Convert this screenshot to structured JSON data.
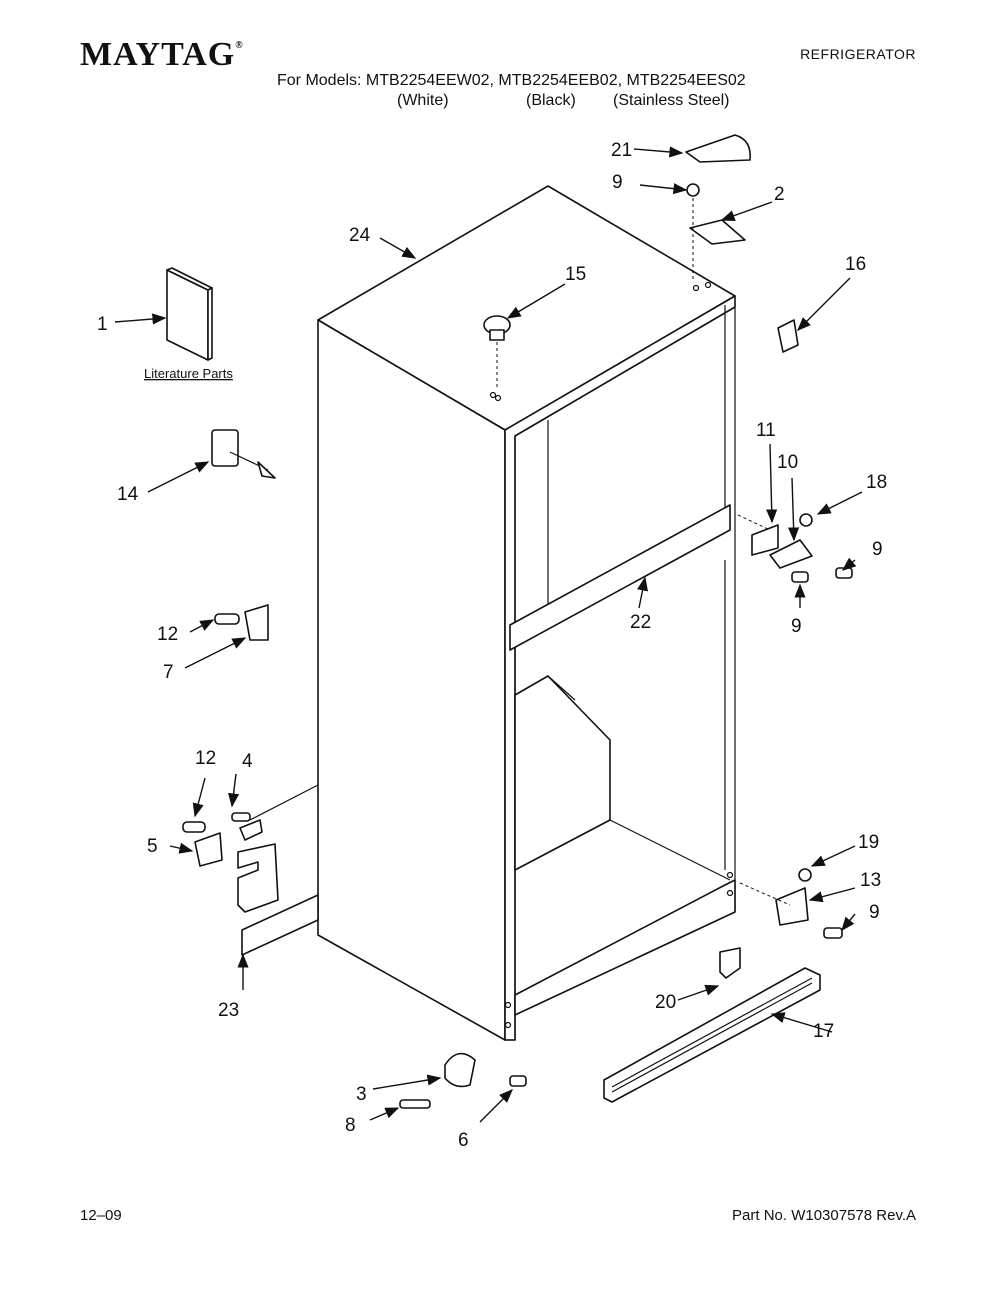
{
  "header": {
    "brand": "MAYTAG",
    "doc_type": "REFRIGERATOR",
    "models_line": "For Models: MTB2254EEW02, MTB2254EEB02, MTB2254EES02",
    "variants": [
      "(White)",
      "(Black)",
      "(Stainless Steel)"
    ]
  },
  "literature_label": "Literature Parts",
  "callouts": {
    "c1": "1",
    "c2": "2",
    "c3": "3",
    "c4": "4",
    "c5": "5",
    "c6": "6",
    "c7": "7",
    "c8": "8",
    "c9a": "9",
    "c9b": "9",
    "c9c": "9",
    "c9d": "9",
    "c10": "10",
    "c11": "11",
    "c12a": "12",
    "c12b": "12",
    "c13": "13",
    "c14": "14",
    "c15": "15",
    "c16": "16",
    "c17": "17",
    "c18": "18",
    "c19": "19",
    "c20": "20",
    "c21": "21",
    "c22": "22",
    "c23": "23",
    "c24": "24"
  },
  "footer": {
    "date": "12–09",
    "part_no": "Part No. W10307578 Rev.A"
  }
}
